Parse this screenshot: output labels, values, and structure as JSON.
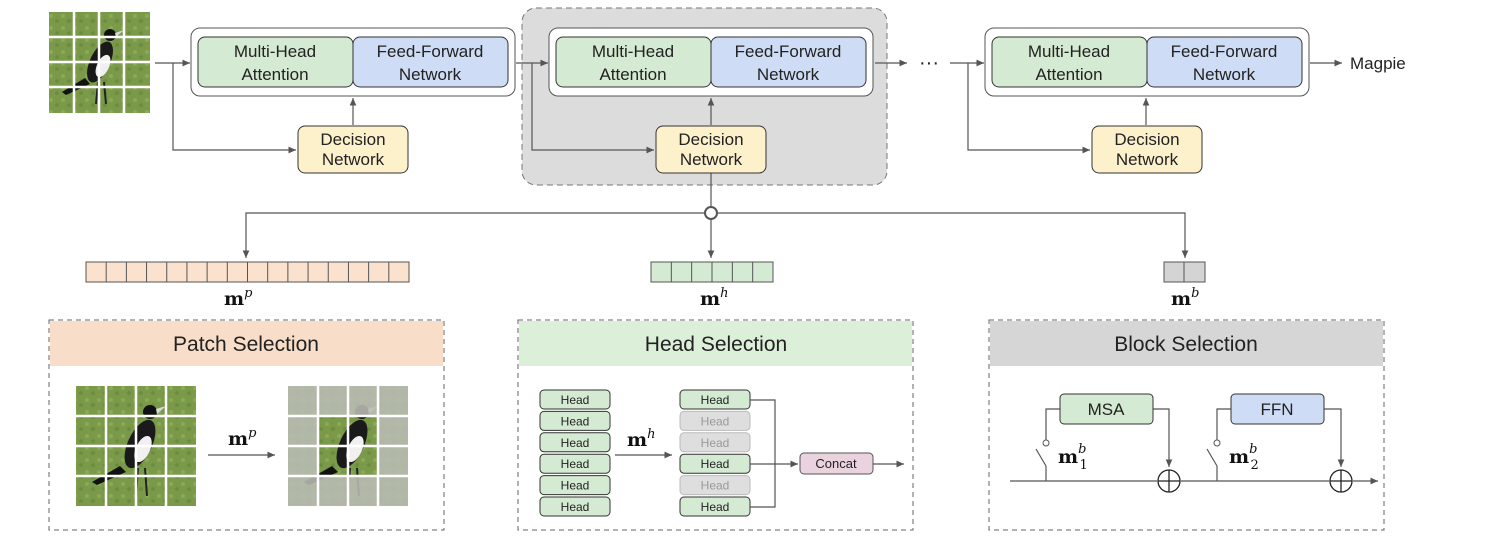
{
  "blocks": [
    {
      "attention_label": [
        "Multi-Head",
        "Attention"
      ],
      "ffn_label": [
        "Feed-Forward",
        "Network"
      ],
      "decision_label": [
        "Decision",
        "Network"
      ]
    },
    {
      "attention_label": [
        "Multi-Head",
        "Attention"
      ],
      "ffn_label": [
        "Feed-Forward",
        "Network"
      ],
      "decision_label": [
        "Decision",
        "Network"
      ]
    },
    {
      "attention_label": [
        "Multi-Head",
        "Attention"
      ],
      "ffn_label": [
        "Feed-Forward",
        "Network"
      ],
      "decision_label": [
        "Decision",
        "Network"
      ]
    }
  ],
  "ellipsis": "···",
  "output_label": "Magpie",
  "masks": {
    "patch": {
      "base": "m",
      "sup": "p",
      "cells": 16
    },
    "head": {
      "base": "m",
      "sup": "h",
      "cells": 6
    },
    "block": {
      "base": "m",
      "sup": "b",
      "cells": 2
    }
  },
  "panels": {
    "patch": {
      "title": "Patch Selection",
      "arrow_label": {
        "base": "m",
        "sup": "p"
      }
    },
    "head": {
      "title": "Head Selection",
      "head_label": "Head",
      "input_heads": 6,
      "selected_heads": [
        true,
        false,
        false,
        true,
        false,
        true
      ],
      "arrow_label": {
        "base": "m",
        "sup": "h"
      },
      "concat_label": "Concat"
    },
    "block": {
      "title": "Block Selection",
      "msa_label": "MSA",
      "ffn_label": "FFN",
      "switch1": {
        "base": "m",
        "sub": "1",
        "sup": "b"
      },
      "switch2": {
        "base": "m",
        "sub": "2",
        "sup": "b"
      }
    }
  },
  "colors": {
    "attention_fill": "#d5ead2",
    "ffn_fill": "#cfdcf5",
    "decision_fill": "#fdf1cc",
    "patch_mask_fill": "#fbe2cf",
    "head_mask_fill": "#d5ead2",
    "block_mask_fill": "#d4d4d4",
    "patch_header": "#f8dec9",
    "head_header": "#dcefd8",
    "block_header": "#d6d6d6",
    "concat_fill": "#ead2de",
    "highlight_bg": "#dcdcdc"
  }
}
